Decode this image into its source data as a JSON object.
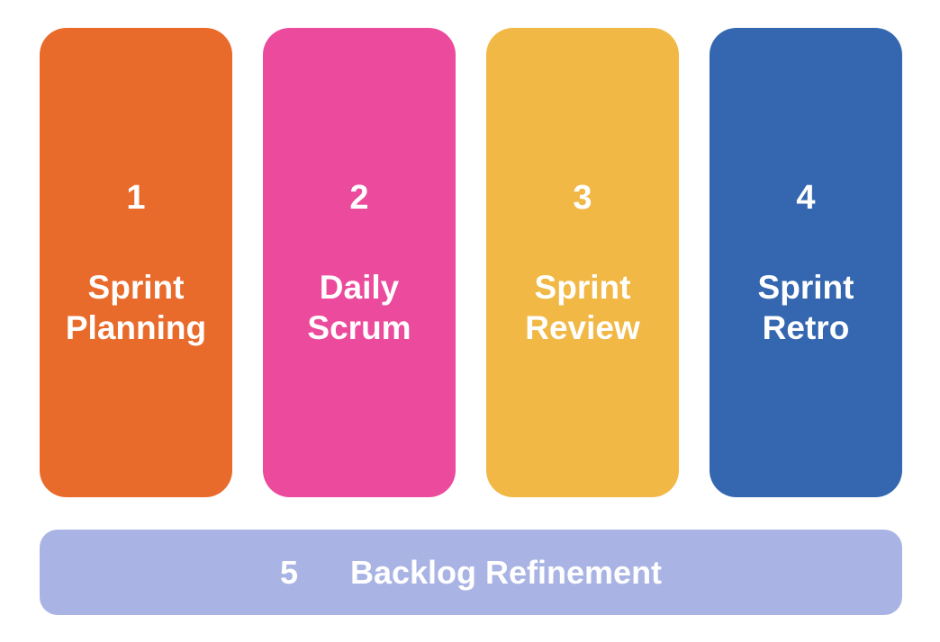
{
  "diagram": {
    "background_color": "#FFFFFF",
    "text_color": "#FFFFFF",
    "cards": [
      {
        "number": "1",
        "label_line1": "Sprint",
        "label_line2": "Planning",
        "color": "#E96B2C"
      },
      {
        "number": "2",
        "label_line1": "Daily",
        "label_line2": "Scrum",
        "color": "#EC4A9C"
      },
      {
        "number": "3",
        "label_line1": "Sprint",
        "label_line2": "Review",
        "color": "#F1B845"
      },
      {
        "number": "4",
        "label_line1": "Sprint",
        "label_line2": "Retro",
        "color": "#3467B0"
      }
    ],
    "bottom_bar": {
      "number": "5",
      "label": "Backlog Refinement",
      "color": "#AAB4E4"
    }
  }
}
